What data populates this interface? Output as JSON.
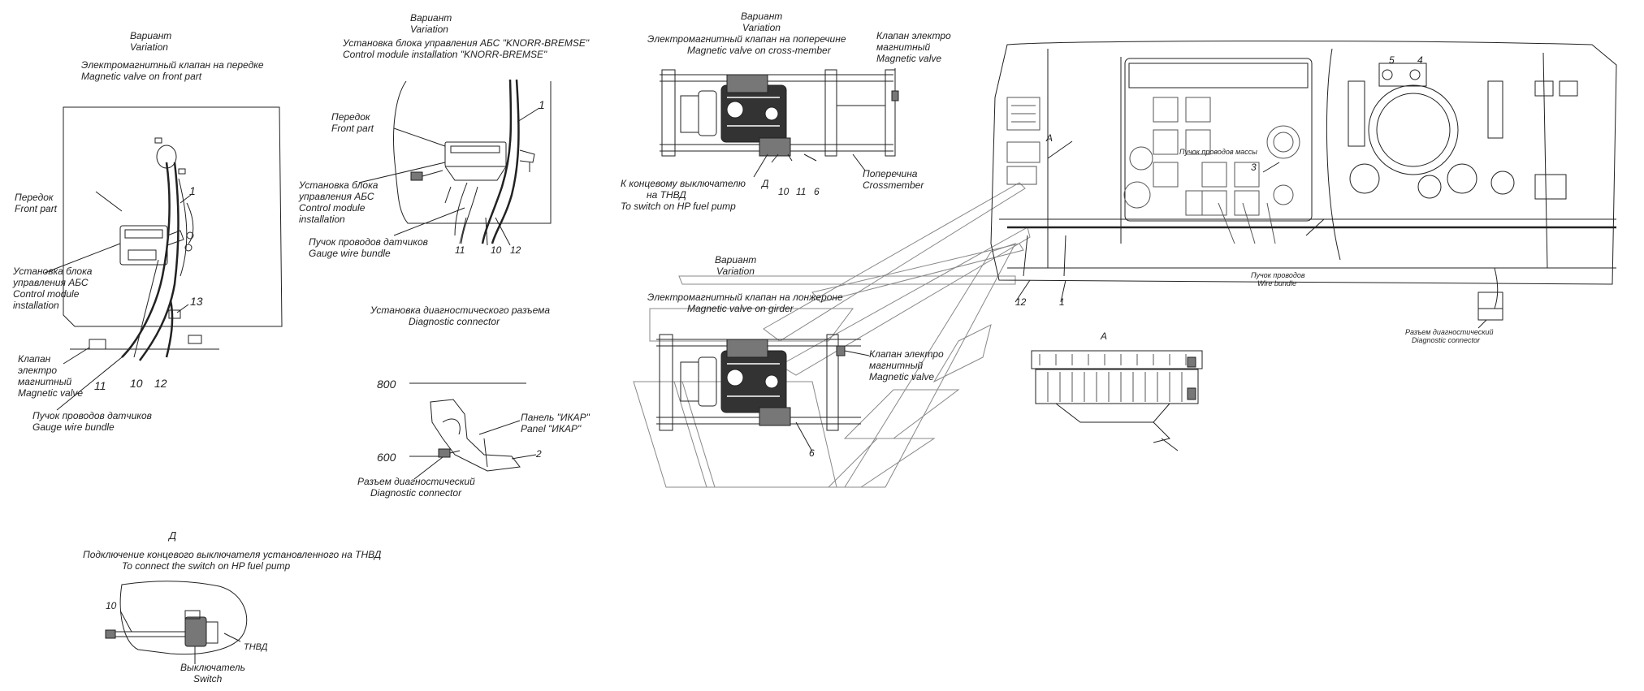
{
  "labels": {
    "variant_ru": "Вариант",
    "variant_en": "Variation",
    "mv_front_ru": "Электромагнитный клапан на передке",
    "mv_front_en": "Magnetic valve on front part",
    "front_part_ru": "Передок",
    "front_part_en": "Front part",
    "abs_install_1": "Установка блока",
    "abs_install_2": "управления АБС",
    "abs_install_3": "Control module",
    "abs_install_4": "installation",
    "valve_ru_1": "Клапан",
    "valve_ru_2": "электро",
    "valve_ru_3": "магнитный",
    "valve_en": "Magnetic valve",
    "gauge_ru": "Пучок проводов датчиков",
    "gauge_en": "Gauge wire bundle",
    "knorr_ru": "Установка блока управления АБС \"KNORR-BREMSE\"",
    "knorr_en": "Control module installation \"KNORR-BREMSE\"",
    "diag_title_ru": "Установка диагностического разъема",
    "diag_title_en": "Diagnostic connector",
    "panel_ru": "Панель \"ИКАР\"",
    "panel_en": "Panel \"ИКАР\"",
    "diag_conn_ru": "Разъем диагностический",
    "diag_conn_en": "Diagnostic connector",
    "dim_800": "800",
    "dim_600": "600",
    "d_letter": "Д",
    "d_title_ru": "Подключение концевого выключателя установленного на ТНВД",
    "d_title_en": "To connect the switch on HP fuel pump",
    "switch_ru": "Выключатель",
    "switch_en": "Switch",
    "tnvd": "ТНВД",
    "mv_cross_ru": "Электромагнитный клапан на поперечине",
    "mv_cross_en": "Magnetic valve on cross-member",
    "valve_top_ru_1": "Клапан электро",
    "valve_top_ru_2": "магнитный",
    "valve_top_en": "Magnetic valve",
    "to_switch_ru_1": "К концевому выключателю",
    "to_switch_ru_2": "на ТНВД",
    "to_switch_en": "To switch on HP fuel pump",
    "crossmember_ru": "Поперечина",
    "crossmember_en": "Crossmember",
    "mv_girder_ru": "Электромагнитный клапан на лонжероне",
    "mv_girder_en": "Magnetic valve on girder",
    "wire_bundle_ru": "Пучок проводов",
    "wire_bundle_en": "Wire bundle",
    "diag_right_ru": "Разъем диагностический",
    "diag_right_en": "Diagnostic connector",
    "view_a": "A",
    "dash_label": "Пучок проводов массы"
  },
  "numbers": {
    "n1": "1",
    "n2": "2",
    "n3": "3",
    "n4": "4",
    "n5": "5",
    "n6": "6",
    "n10": "10",
    "n11": "11",
    "n12": "12",
    "n13": "13"
  }
}
